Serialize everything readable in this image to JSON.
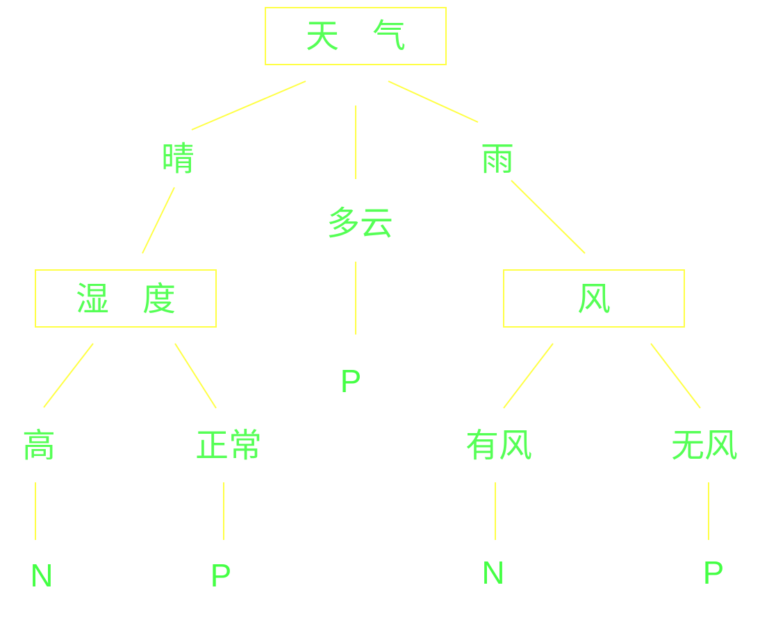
{
  "colors": {
    "line": "#ffff44",
    "text": "#55ff55",
    "leaf_text": "#44ff44",
    "background": "#ffffff"
  },
  "nodes": {
    "weather": "天　气",
    "sunny": "晴",
    "cloudy": "多云",
    "rain": "雨",
    "humidity": "湿　度",
    "wind": "风",
    "high": "高",
    "normal": "正常",
    "windy": "有风",
    "no_wind": "无风"
  },
  "leaves": {
    "high_result": "N",
    "normal_result": "P",
    "cloudy_result": "P",
    "windy_result": "N",
    "no_wind_result": "P"
  }
}
